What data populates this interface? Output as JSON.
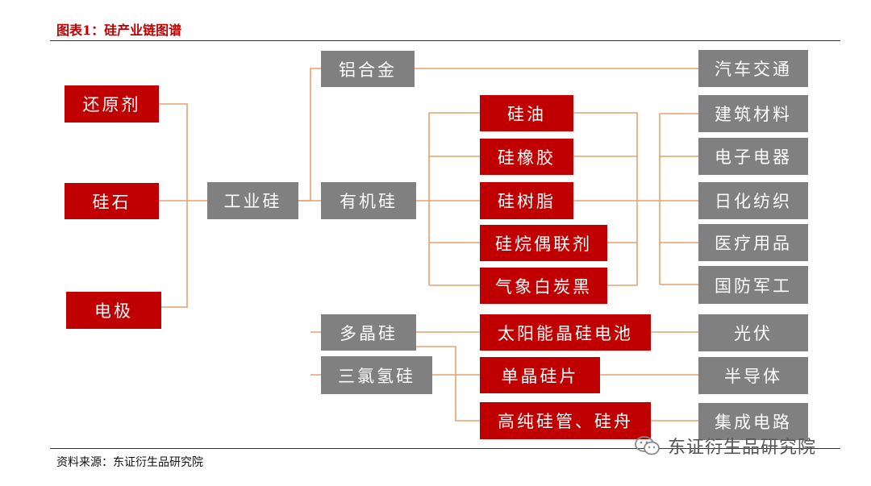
{
  "title": "图表1：硅产业链图谱",
  "source": "资料来源：东证衍生品研究院",
  "watermark": "东证衍生品研究院",
  "colors": {
    "red": "#c00000",
    "gray": "#808080",
    "connector": "#e8a070"
  },
  "nodes": {
    "huanyuanji": "还原剂",
    "guishi": "硅石",
    "dianji": "电极",
    "gongyegui": "工业硅",
    "lvhejin": "铝合金",
    "youjigui": "有机硅",
    "duojinggui": "多晶硅",
    "sanlvqinggui": "三氯氢硅",
    "guiyou": "硅油",
    "guixiangjiao": "硅橡胶",
    "guishuzhi": "硅树脂",
    "guiwanouilianji": "硅烷偶联剂",
    "qixiangbaitanhei": "气象白炭黑",
    "taiyangneng": "太阳能晶硅电池",
    "danjingguipian": "单晶硅片",
    "gaochunguiguan": "高纯硅管、硅舟",
    "qichejiaotong": "汽车交通",
    "jianzhucailiao": "建筑材料",
    "dianzidianqi": "电子电器",
    "rihuafangzhi": "日化纺织",
    "yiliaoyongpin": "医疗用品",
    "guofangjungong": "国防军工",
    "guangfu": "光伏",
    "bandaoti": "半导体",
    "jichengdianlu": "集成电路"
  }
}
